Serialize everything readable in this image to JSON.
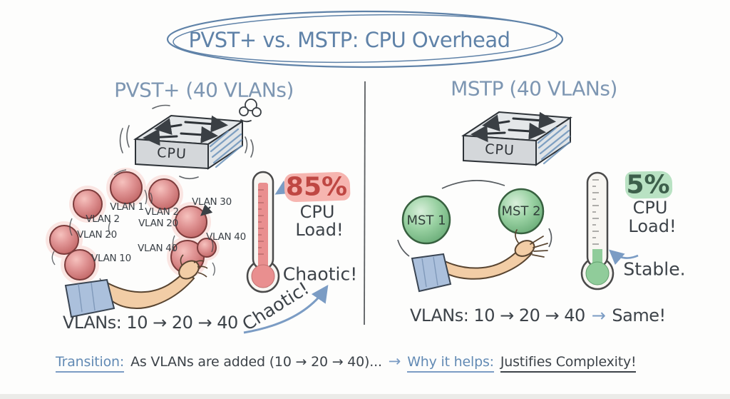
{
  "title": "PVST+ vs. MSTP: CPU Overhead",
  "left_panel": {
    "heading": "PVST+ (40 VLANs)",
    "switch_label": "CPU",
    "ball_labels": [
      "VLAN 2",
      "VLAN 1",
      "VLAN 2",
      "VLAN 20",
      "VLAN 30",
      "VLAN 20",
      "VLAN 10",
      "VLAN 40",
      "VLAN 40"
    ],
    "cpu_load_value": "85%",
    "cpu_load_line1": "CPU",
    "cpu_load_line2": "Load!",
    "status": "Chaotic!",
    "vlan_progression": "VLANs: 10 → 20 → 40",
    "trend_annotation": "Chaotic!"
  },
  "right_panel": {
    "heading": "MSTP (40 VLANs)",
    "switch_label": "CPU",
    "ball_labels": [
      "MST 1",
      "MST 2"
    ],
    "cpu_load_value": "5%",
    "cpu_load_line1": "CPU",
    "cpu_load_line2": "Load!",
    "status": "Stable.",
    "vlan_progression": "VLANs: 10 → 20 → 40",
    "arrow": "→",
    "same_annotation": "Same!"
  },
  "footer": {
    "transition_label": "Transition:",
    "transition_text": "As VLANs are added (10 → 20 → 40)...",
    "arrow": "→",
    "why_label": "Why it helps:",
    "why_text": "Justifies Complexity!"
  },
  "colors": {
    "ink_blue": "#5f82a8",
    "ink_dark": "#3d4349",
    "accent_red": "#bf4743",
    "accent_red_highlight": "#f6b5b0",
    "accent_green": "#3d5f4b",
    "accent_green_highlight": "#b9e2c3",
    "arrow_blue": "#7b9cc4",
    "ball_red": "#d98383",
    "ball_green": "#8ccb96",
    "thermometer_red_fill": "#e98f8f",
    "thermometer_green_fill": "#90cc9a"
  }
}
